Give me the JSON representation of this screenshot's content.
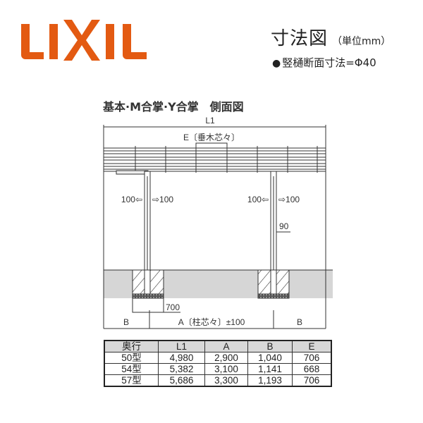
{
  "brand": {
    "logo_text": "LIXIL",
    "color": "#e35a12"
  },
  "header": {
    "title": "寸法図",
    "unit": "（単位mm）",
    "note_bullet": "●",
    "note": "竪樋断面寸法=Φ40"
  },
  "diagram": {
    "view_title": "基本·M合掌·Y合掌　側面図",
    "labels": {
      "L1": "L1",
      "E": "E〔垂木芯々〕",
      "left_post_left": "100⇦",
      "left_post_right": "⇨100",
      "right_post_left": "100⇦",
      "right_post_right": "⇨100",
      "post_width": "90",
      "foundation_depth": "700",
      "B_left": "B",
      "A": "A〔柱芯々〕±100",
      "B_right": "B"
    },
    "ground_color": "#d6d6d6"
  },
  "table": {
    "headers": [
      "奥行",
      "L1",
      "A",
      "B",
      "E"
    ],
    "rows": [
      [
        "50型",
        "4,980",
        "2,900",
        "1,040",
        "706"
      ],
      [
        "54型",
        "5,382",
        "3,100",
        "1,141",
        "668"
      ],
      [
        "57型",
        "5,686",
        "3,300",
        "1,193",
        "706"
      ]
    ]
  }
}
